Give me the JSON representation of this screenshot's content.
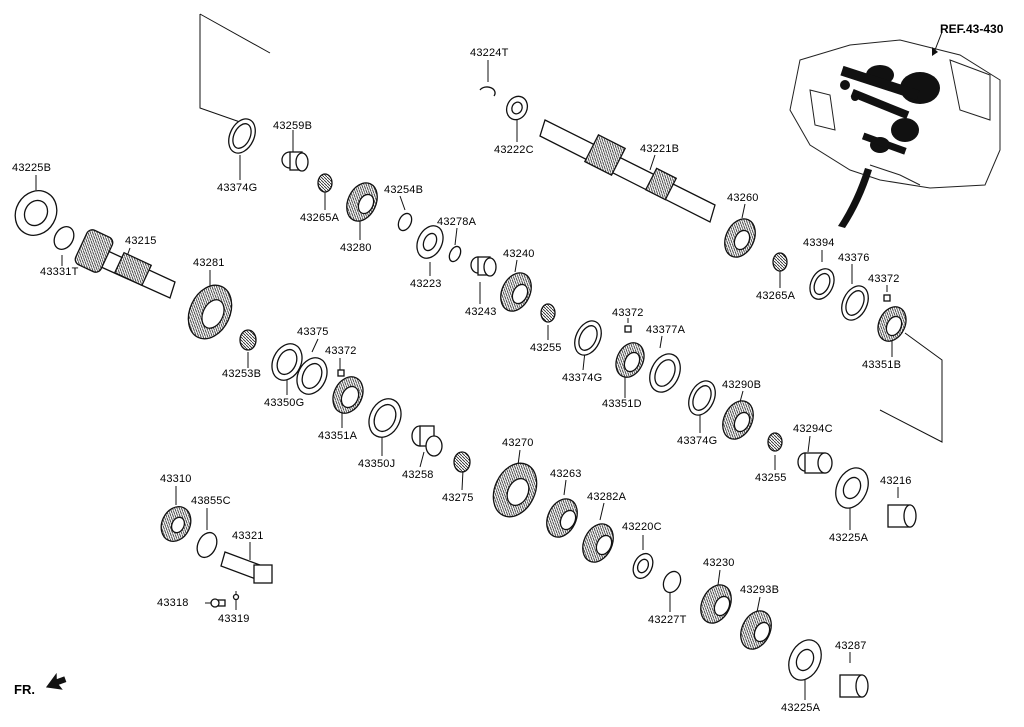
{
  "ref_label": "REF.43-430",
  "fr_label": "FR.",
  "labels": {
    "p43225B": "43225B",
    "p43331T": "43331T",
    "p43215": "43215",
    "p43281": "43281",
    "p43253B": "43253B",
    "p43350G": "43350G",
    "p43375": "43375",
    "p43372a": "43372",
    "p43351A": "43351A",
    "p43350J": "43350J",
    "p43258": "43258",
    "p43275": "43275",
    "p43270": "43270",
    "p43263": "43263",
    "p43282A": "43282A",
    "p43220C": "43220C",
    "p43227T": "43227T",
    "p43230": "43230",
    "p43293B": "43293B",
    "p43225Aa": "43225A",
    "p43287": "43287",
    "p43310": "43310",
    "p43855C": "43855C",
    "p43321": "43321",
    "p43318": "43318",
    "p43319": "43319",
    "p43374Ga": "43374G",
    "p43259B": "43259B",
    "p43265Aa": "43265A",
    "p43280": "43280",
    "p43254B": "43254B",
    "p43278A": "43278A",
    "p43223": "43223",
    "p43243": "43243",
    "p43240": "43240",
    "p43255a": "43255",
    "p43374Gb": "43374G",
    "p43372b": "43372",
    "p43377A": "43377A",
    "p43351D": "43351D",
    "p43374Gc": "43374G",
    "p43290B": "43290B",
    "p43255b": "43255",
    "p43294C": "43294C",
    "p43225Ab": "43225A",
    "p43216": "43216",
    "p43224T": "43224T",
    "p43222C": "43222C",
    "p43221B": "43221B",
    "p43260": "43260",
    "p43265Ab": "43265A",
    "p43394": "43394",
    "p43376": "43376",
    "p43372c": "43372",
    "p43351B": "43351B"
  }
}
